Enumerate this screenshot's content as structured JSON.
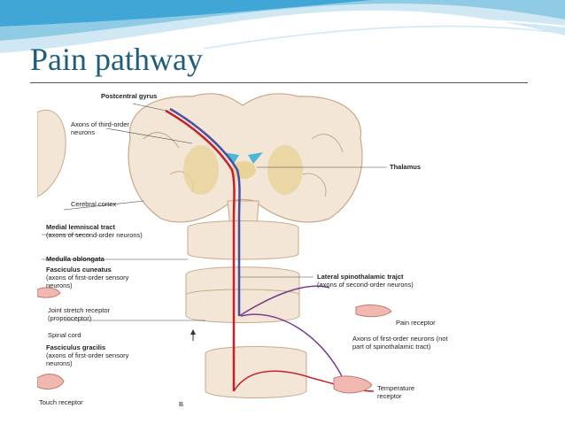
{
  "slide": {
    "title": "Pain pathway"
  },
  "figure": {
    "panel_letter": "B",
    "labels": {
      "postcentral": "Postcentral gyrus",
      "axons_third": "Axons of third-order neurons",
      "thalamus": "Thalamus",
      "cerebral_cortex": "Cerebral cortex",
      "medial_lemniscal": "Medial lemniscal tract",
      "medial_lemniscal_sub": "(axons of second-order neurons)",
      "medulla": "Medulla oblongata",
      "fasc_cuneatus": "Fasciculus cuneatus",
      "fasc_cuneatus_sub": "(axons of first-order sensory neurons)",
      "lateral_spino": "Lateral spinothalamic trajct",
      "lateral_spino_sub": "(axons of second-order neurons)",
      "joint_stretch": "Joint stretch receptor (proprioceptor)",
      "pain_receptor": "Pain receptor",
      "spinal_cord": "Spinal cord",
      "axons_first": "Axons of first-order neurons (not part of spinothalamic tract)",
      "fasc_gracilis": "Fasciculus gracilis",
      "fasc_gracilis_sub": "(axons of first-order sensory neurons)",
      "temperature": "Temperature receptor",
      "touch": "Touch receptor"
    }
  },
  "colors": {
    "title": "#1f5e7a",
    "tract_red": "#c8202a",
    "tract_blue": "#4a4fa0",
    "tract_purple": "#7a3d8f",
    "tissue": "#f3e6d6",
    "tissue_edge": "#c9a98a"
  }
}
